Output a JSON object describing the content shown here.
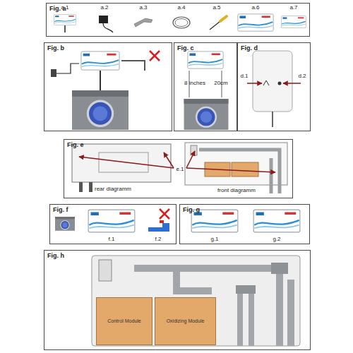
{
  "diagram": {
    "nodes": [
      {
        "text": [
          "Fig. a"
        ]
      },
      {
        "text": [
          "Fig. b"
        ]
      },
      {
        "text": [
          "Fig. c"
        ]
      },
      {
        "text": [
          "Fig. d"
        ]
      },
      {
        "text": [
          "Fig. e"
        ]
      },
      {
        "text": [
          "Fig. f"
        ]
      },
      {
        "text": [
          "Fig. g"
        ]
      },
      {
        "text": [
          "Fig. h"
        ]
      },
      {
        "text": [
          "Control Module"
        ],
        "in": 7
      },
      {
        "text": [
          "Oxidizing Module"
        ],
        "in": 7
      }
    ],
    "labels": [
      "a.1",
      "a.2",
      "a.3",
      "a.4",
      "a.5",
      "a.6",
      "a.7",
      "8 inches",
      "20cm",
      "d.1",
      "d.2",
      "e.1",
      "rear diagramm",
      "front diagramm",
      "f.1",
      "f.2",
      "g.1",
      "g.2"
    ]
  }
}
